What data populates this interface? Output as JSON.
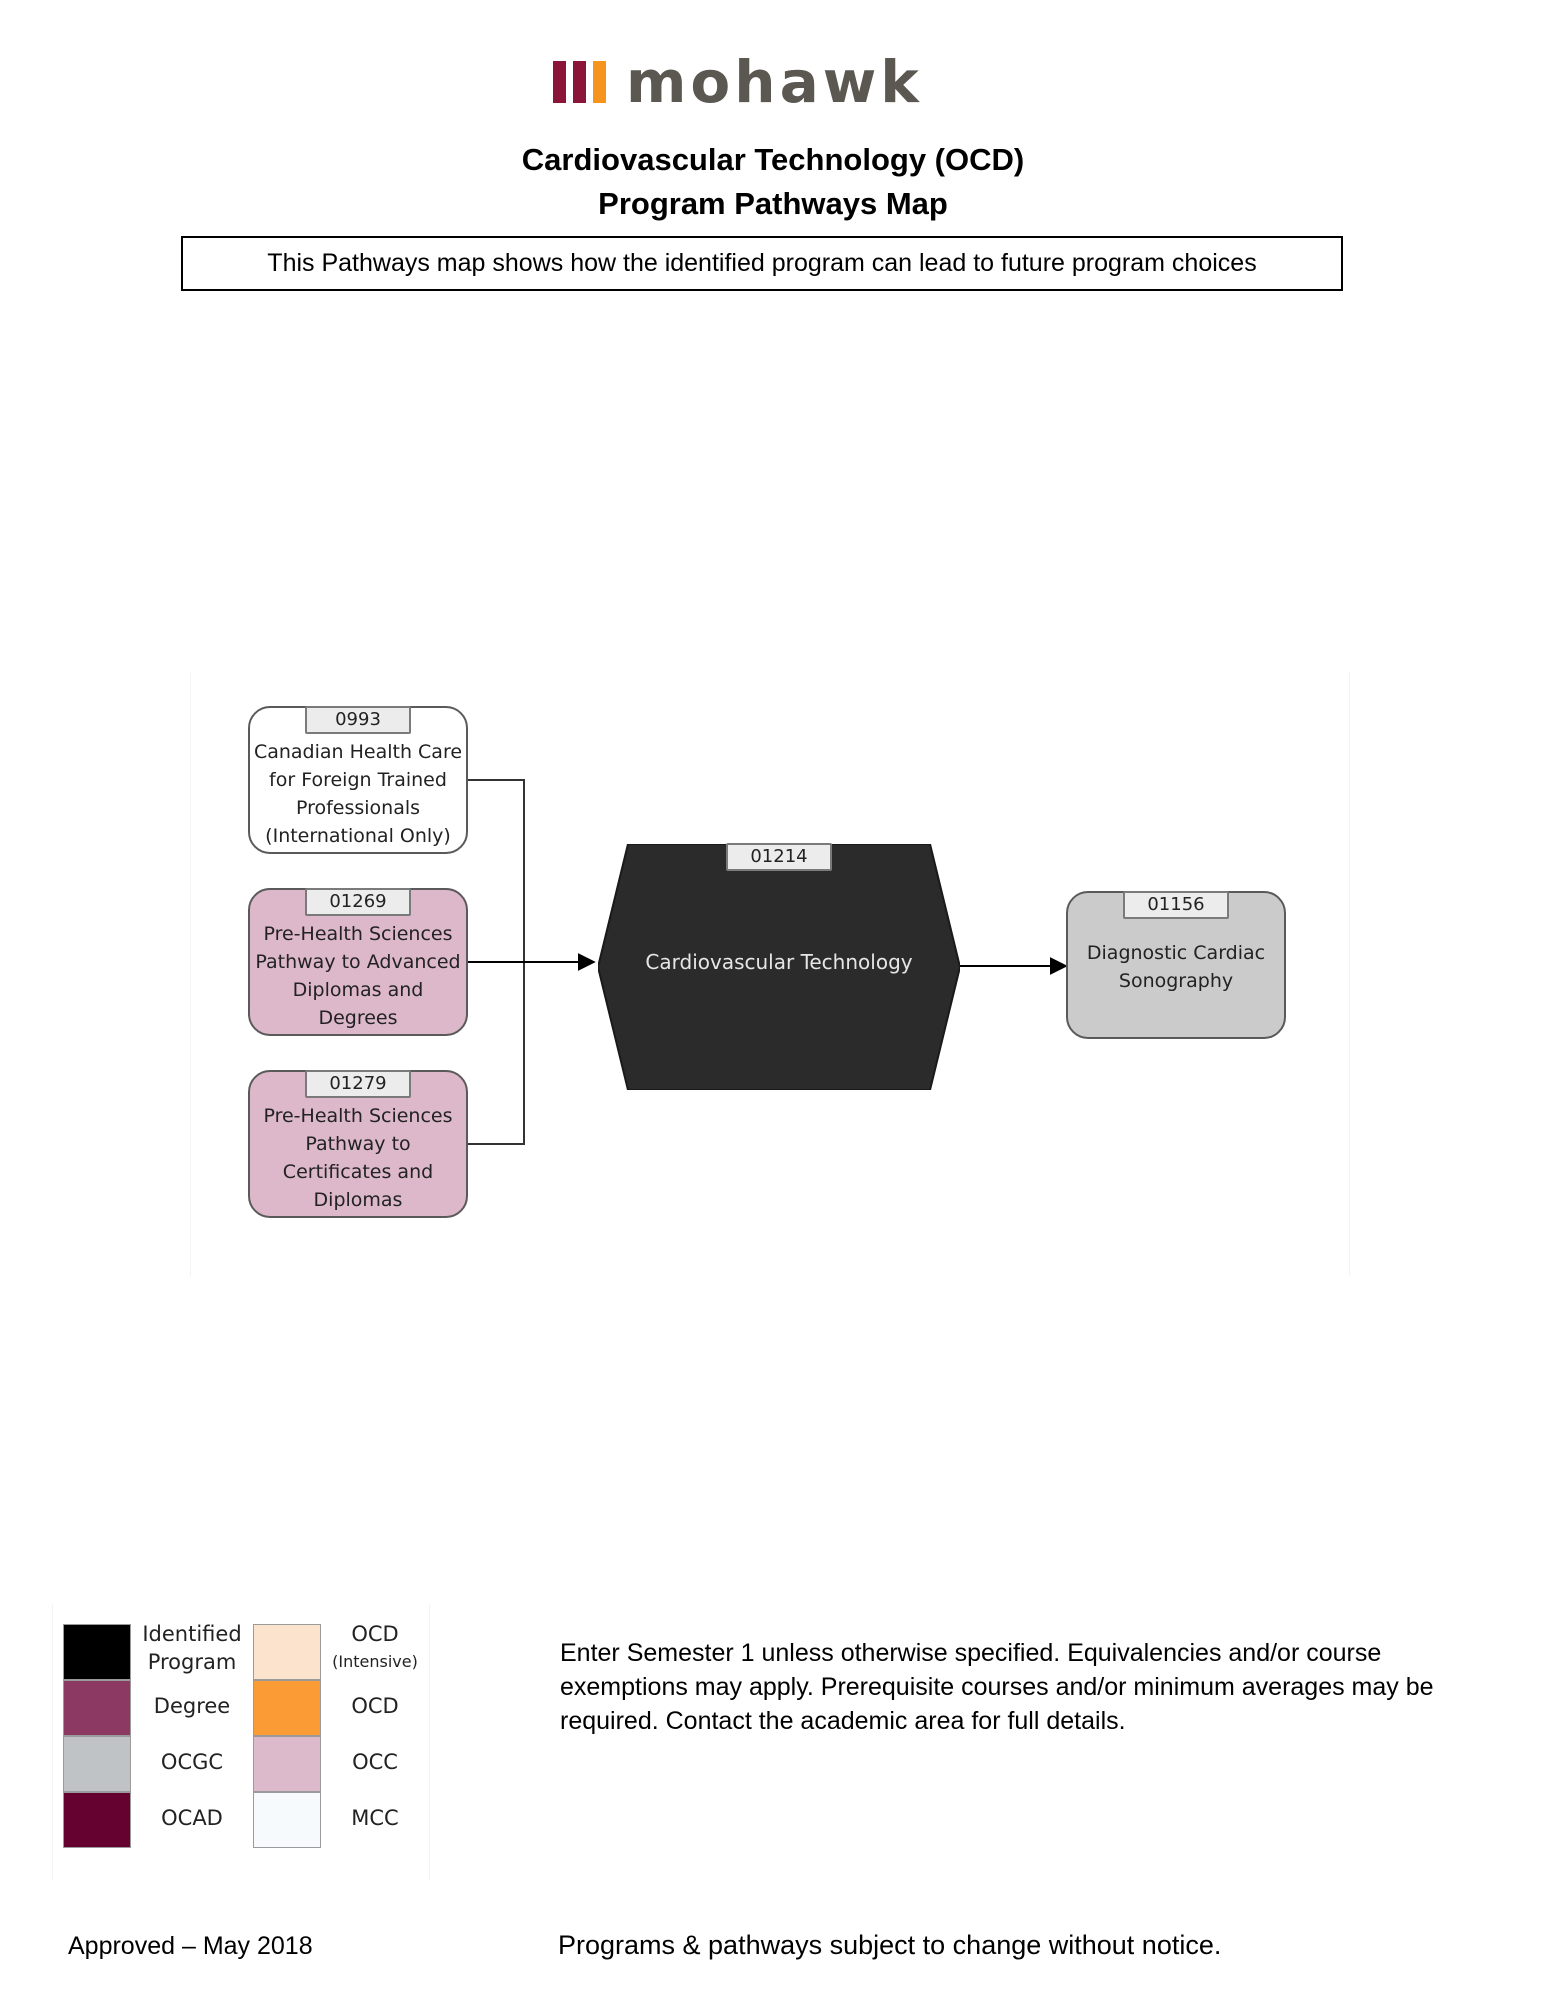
{
  "header": {
    "logo_text": "mohawk",
    "logo_colors": [
      "#8a1538",
      "#8a1538",
      "#f7941d"
    ],
    "title_line1": "Cardiovascular Technology (OCD)",
    "title_line2": "Program Pathways Map",
    "intro": "This Pathways map shows how the identified program can lead to future program choices"
  },
  "diagram": {
    "source_programs": [
      {
        "code": "0993",
        "name_lines": [
          "Canadian Health Care",
          "for Foreign Trained",
          "Professionals",
          "(International Only)"
        ],
        "color": "#ffffff"
      },
      {
        "code": "01269",
        "name_lines": [
          "Pre-Health Sciences",
          "Pathway to Advanced",
          "Diplomas and",
          "Degrees"
        ],
        "color": "#ddb8cb"
      },
      {
        "code": "01279",
        "name_lines": [
          "Pre-Health Sciences",
          "Pathway to",
          "Certificates and",
          "Diplomas"
        ],
        "color": "#ddb8cb"
      }
    ],
    "identified_program": {
      "code": "01214",
      "name": "Cardiovascular Technology",
      "color": "#2b2b2b"
    },
    "target_programs": [
      {
        "code": "01156",
        "name_lines": [
          "Diagnostic Cardiac",
          "Sonography"
        ],
        "color": "#cbcbcb"
      }
    ]
  },
  "legend": {
    "items": [
      {
        "label": "Identified",
        "label2": "Program",
        "color": "#000000"
      },
      {
        "label": "Degree",
        "color": "#8c3964"
      },
      {
        "label": "OCGC",
        "color": "#c0c3c6"
      },
      {
        "label": "OCAD",
        "color": "#650230"
      },
      {
        "label": "OCD",
        "label2": "(Intensive)",
        "color": "#fbe3cd"
      },
      {
        "label": "OCD",
        "color": "#fb9b35"
      },
      {
        "label": "OCC",
        "color": "#dcbacb"
      },
      {
        "label": "MCC",
        "color": "#f7fafd"
      }
    ]
  },
  "note": "Enter Semester 1 unless otherwise specified. Equivalencies and/or course exemptions may apply. Prerequisite courses and/or minimum averages may be required. Contact the academic area for full details.",
  "footer": {
    "approved": "Approved – May 2018",
    "disclaimer": "Programs & pathways subject to change without notice."
  }
}
